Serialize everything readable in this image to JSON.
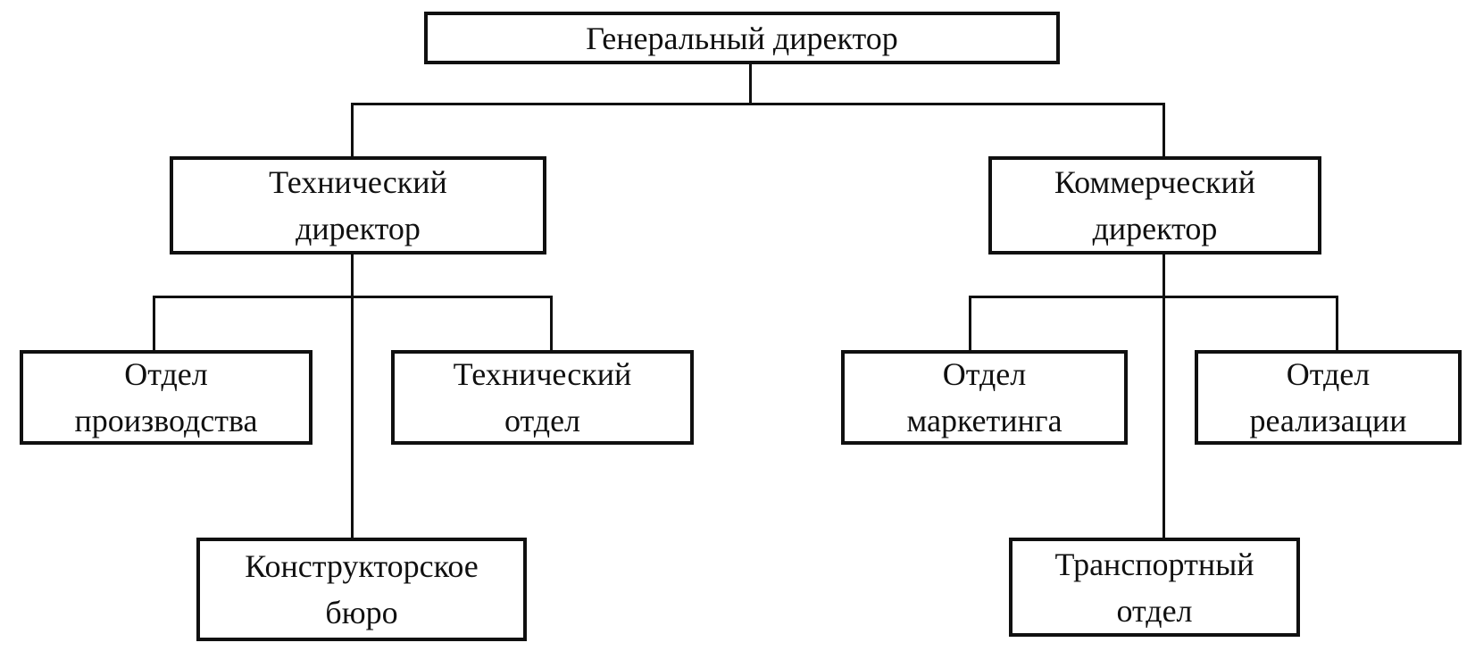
{
  "diagram": {
    "type": "org-chart",
    "language": "ru",
    "colors": {
      "background": "#ffffff",
      "box_border": "#101010",
      "text": "#101010",
      "connector": "#101010"
    },
    "nodes": {
      "general_director": {
        "label": "Генеральный директор",
        "level": 1,
        "parent": null
      },
      "technical_director": {
        "label": "Технический\nдиректор",
        "level": 2,
        "parent": "general_director"
      },
      "commercial_director": {
        "label": "Коммерческий\nдиректор",
        "level": 2,
        "parent": "general_director"
      },
      "production_dept": {
        "label": "Отдел\nпроизводства",
        "level": 3,
        "parent": "technical_director"
      },
      "technical_dept": {
        "label": "Технический\nотдел",
        "level": 3,
        "parent": "technical_director"
      },
      "design_bureau": {
        "label": "Конструкторское\nбюро",
        "level": 4,
        "parent": "technical_director"
      },
      "marketing_dept": {
        "label": "Отдел\nмаркетинга",
        "level": 3,
        "parent": "commercial_director"
      },
      "sales_dept": {
        "label": "Отдел\nреализации",
        "level": 3,
        "parent": "commercial_director"
      },
      "transport_dept": {
        "label": "Транспортный\nотдел",
        "level": 4,
        "parent": "commercial_director"
      }
    }
  }
}
